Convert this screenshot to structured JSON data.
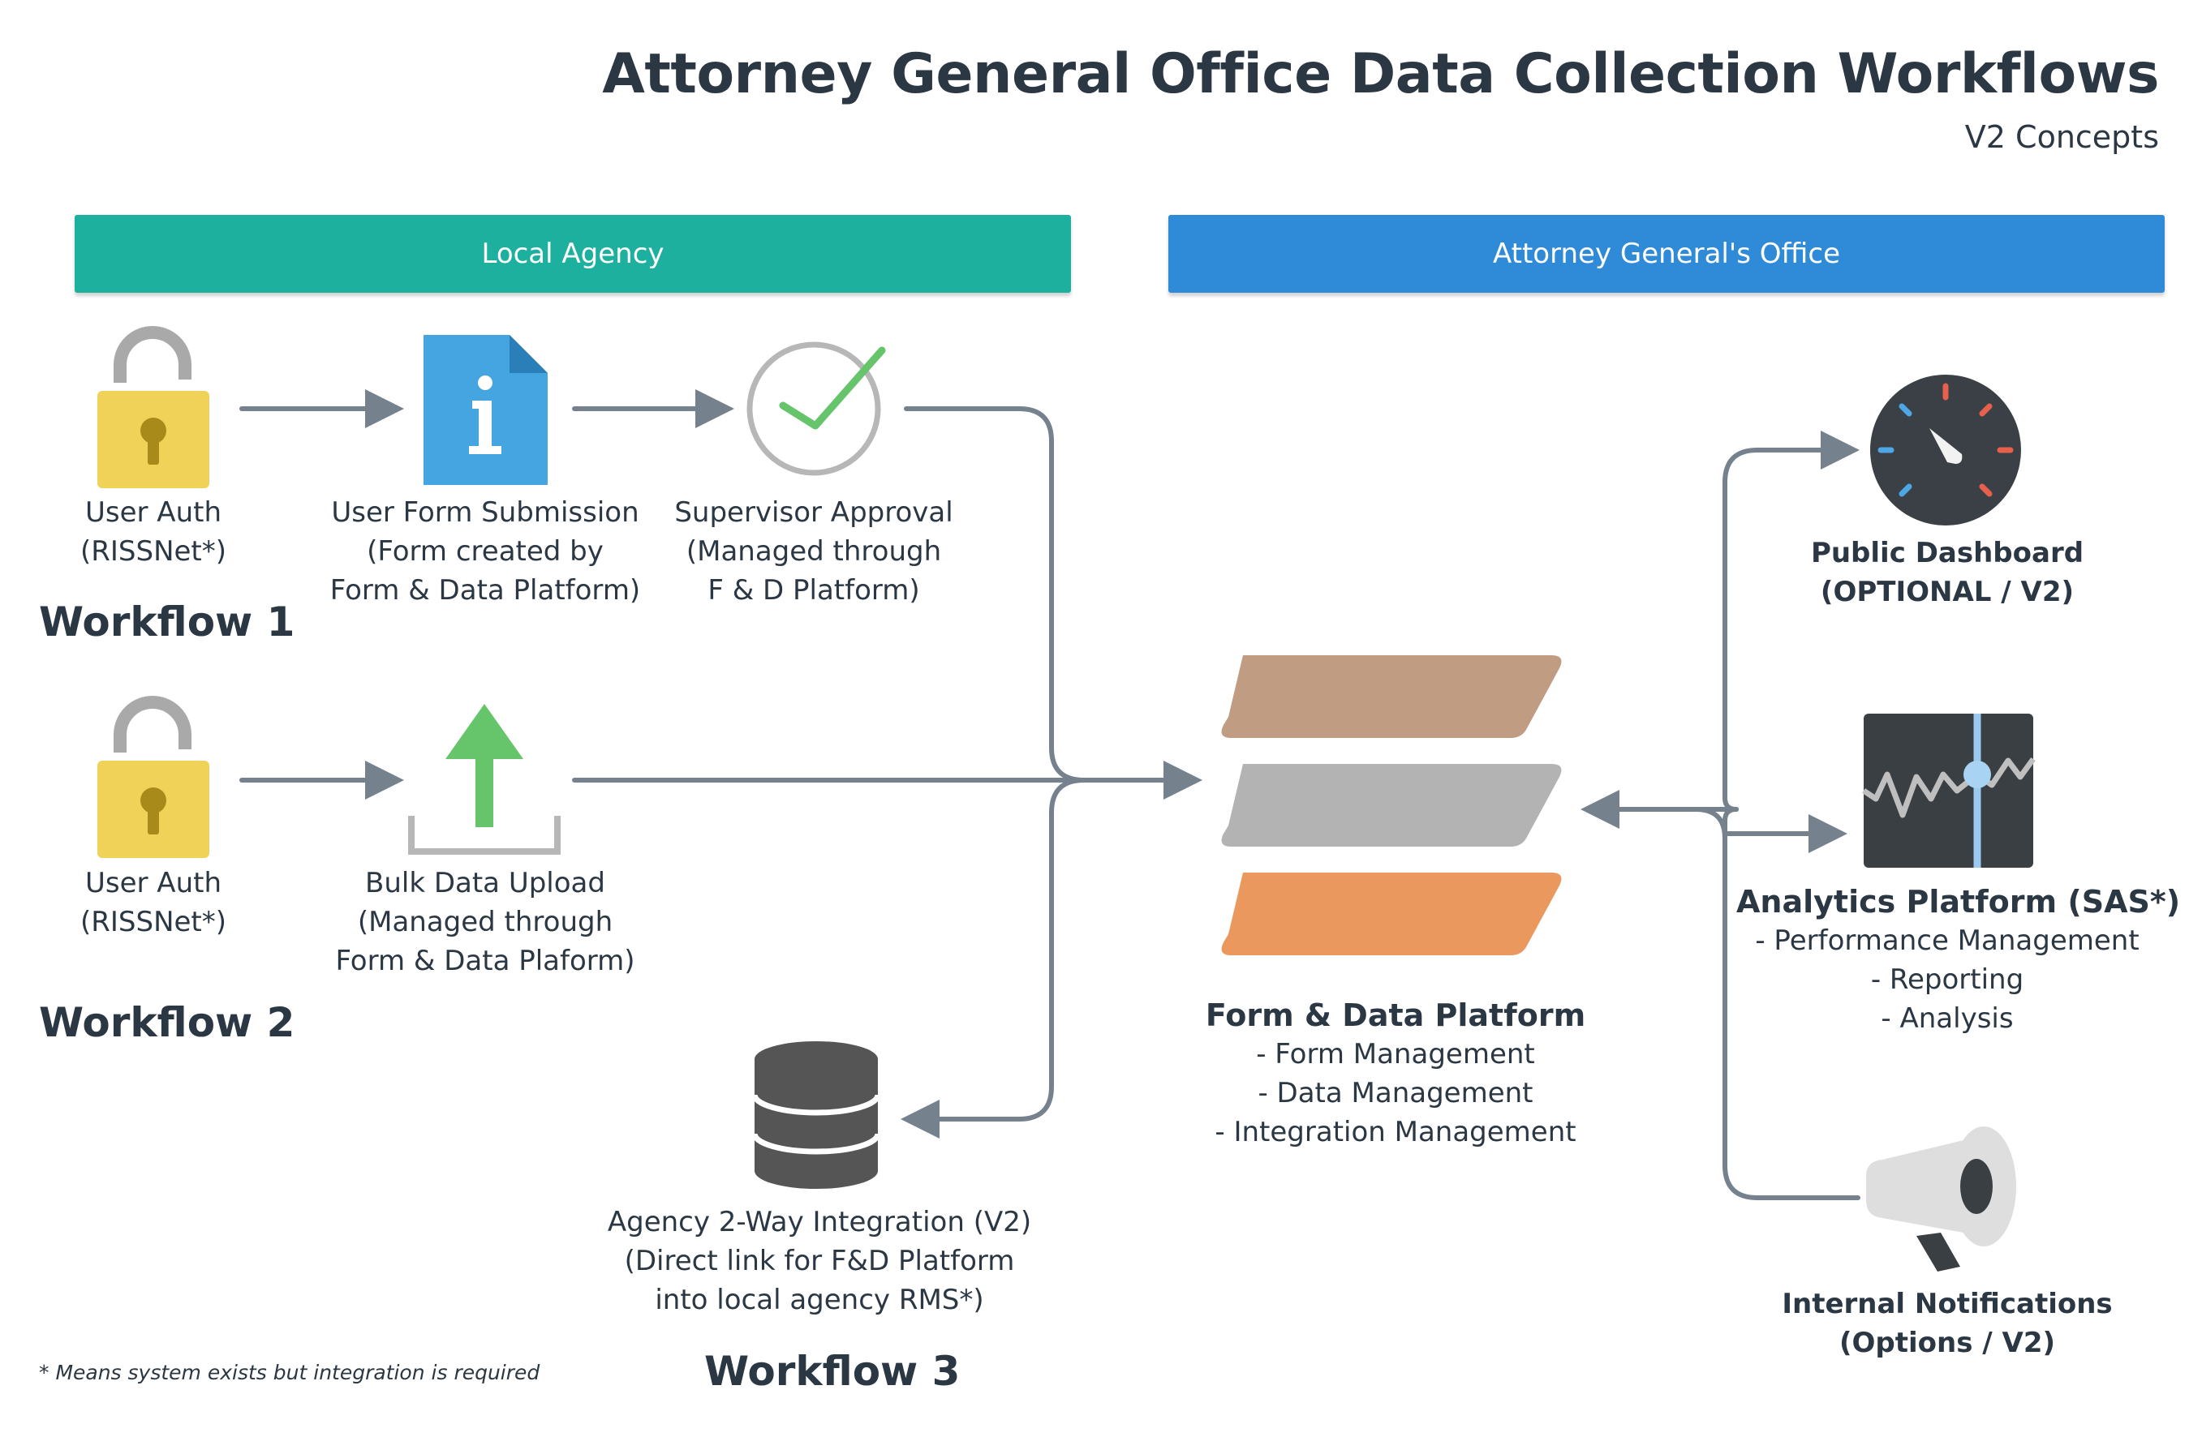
{
  "header": {
    "title": "Attorney General Office Data Collection Workflows",
    "subtitle": "V2 Concepts"
  },
  "lanes": {
    "local": "Local Agency",
    "ago": "Attorney General's Office"
  },
  "workflows": {
    "wf1": "Workflow 1",
    "wf2": "Workflow 2",
    "wf3": "Workflow 3"
  },
  "nodes": {
    "auth1": [
      "User Auth",
      "(RISSNet*)"
    ],
    "form_submission": [
      "User Form Submission",
      "(Form created by",
      "Form & Data Platform)"
    ],
    "supervisor": [
      "Supervisor  Approval",
      "(Managed through",
      "F & D Platform)"
    ],
    "auth2": [
      "User Auth",
      "(RISSNet*)"
    ],
    "bulk_upload": [
      "Bulk Data Upload",
      "(Managed through",
      "Form & Data Plaform)"
    ],
    "integration": [
      "Agency 2-Way Integration (V2)",
      "(Direct link for F&D Platform",
      "into local agency RMS*)"
    ],
    "platform": {
      "title": "Form & Data Platform",
      "items": [
        "- Form Management",
        "- Data Management",
        "- Integration Management"
      ]
    },
    "dashboard": [
      "Public Dashboard",
      "(OPTIONAL / V2)"
    ],
    "analytics": {
      "title": "Analytics Platform (SAS*)",
      "items": [
        "- Performance Management",
        "- Reporting",
        "- Analysis"
      ]
    },
    "notifications": [
      "Internal Notifications",
      "(Options / V2)"
    ]
  },
  "footnote": "* Means system exists but integration is required",
  "icons": {
    "auth": "unlocked-padlock-icon",
    "form": "info-document-icon",
    "approval": "checkmark-circle-icon",
    "upload": "upload-arrow-icon",
    "database": "database-icon",
    "platform": "layered-stack-icon",
    "dashboard": "gauge-icon",
    "analytics": "line-chart-monitor-icon",
    "notifications": "megaphone-icon"
  },
  "colors": {
    "local_banner": "#1db09e",
    "ago_banner": "#2f8ad8",
    "connector": "#75818c",
    "lock": "#f0d258",
    "layer_top": "#c09c82",
    "layer_mid": "#b3b3b3",
    "layer_bottom": "#ea985e"
  }
}
